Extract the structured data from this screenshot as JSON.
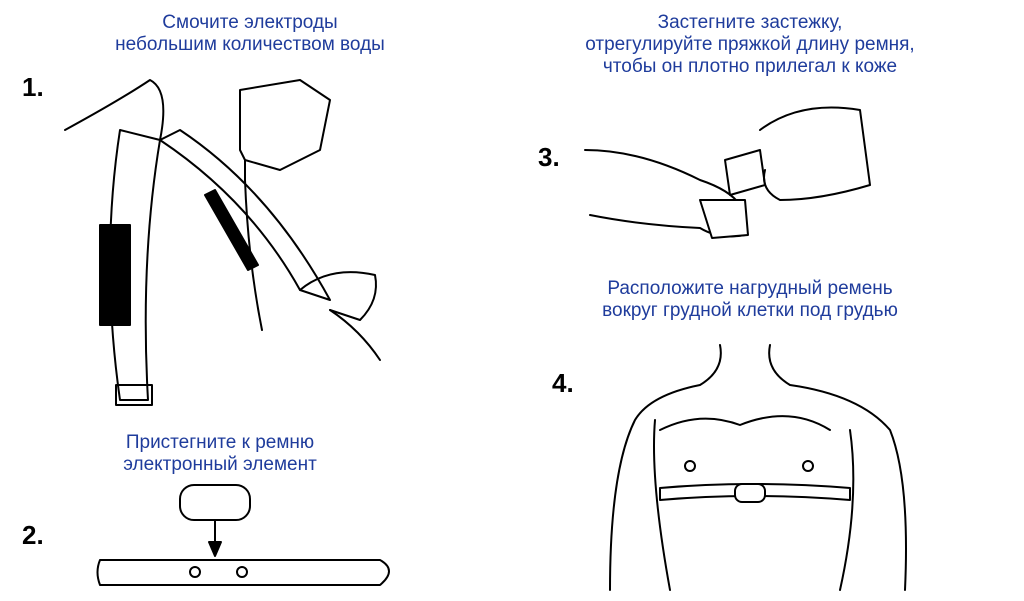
{
  "steps": [
    {
      "number": "1.",
      "caption_line1": "Смочите электроды",
      "caption_line2": "небольшим количеством воды"
    },
    {
      "number": "2.",
      "caption_line1": "Пристегните к ремню",
      "caption_line2": "электронный элемент"
    },
    {
      "number": "3.",
      "caption_line1": "Застегните застежку,",
      "caption_line2": "отрегулируйте пряжкой длину ремня,",
      "caption_line3": "чтобы он плотно прилегал к коже"
    },
    {
      "number": "4.",
      "caption_line1": "Расположите нагрудный ремень",
      "caption_line2": "вокруг грудной клетки под грудью"
    }
  ],
  "colors": {
    "caption": "#1f3c9c"
  }
}
